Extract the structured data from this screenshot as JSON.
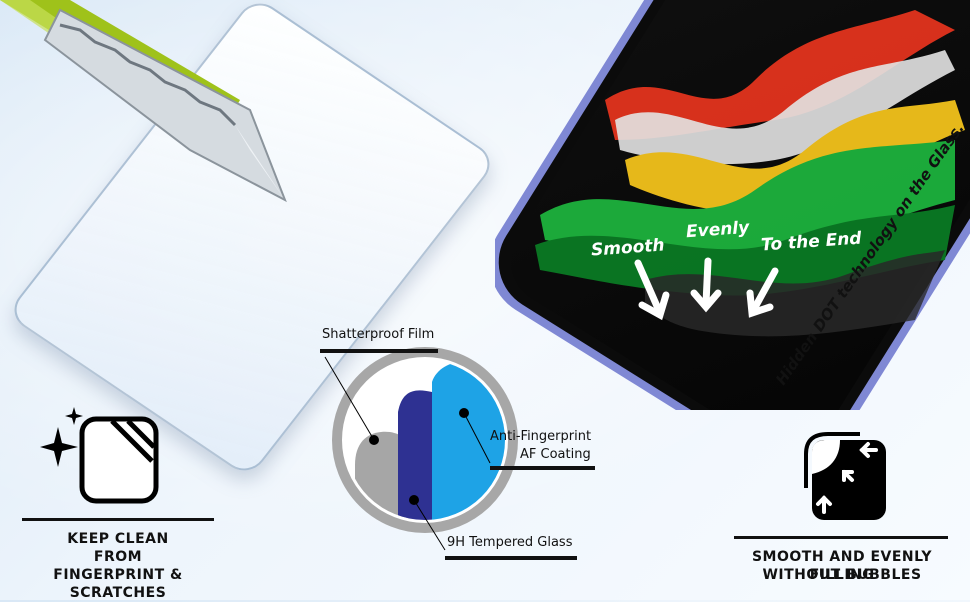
{
  "phone_words": {
    "smooth": "Smooth",
    "evenly": "Evenly",
    "to_the_end": "To the End",
    "hidden_dot": "Hidden DOT technology on the Glass."
  },
  "layers": {
    "shatterproof": "Shatterproof Film",
    "anti_fingerprint_1": "Anti-Fingerprint",
    "anti_fingerprint_2": "AF Coating",
    "tempered": "9H Tempered Glass"
  },
  "features": {
    "keep_clean": [
      "KEEP CLEAN",
      "FROM",
      "FINGERPRINT & SCRATCHES"
    ],
    "smooth_filling": [
      "SMOOTH AND EVENLY FILLING",
      "WITHOUT BUBBLES"
    ]
  },
  "icons": {
    "keep_clean": "sparkle-screen-icon",
    "smooth_filling": "bubble-free-icon",
    "cutter": "utility-knife-icon"
  },
  "colors": {
    "layer_gray": "#a6a6a6",
    "layer_navy": "#2e3192",
    "layer_blue": "#1ea3e6",
    "phone_frame": "#8a92d8"
  }
}
